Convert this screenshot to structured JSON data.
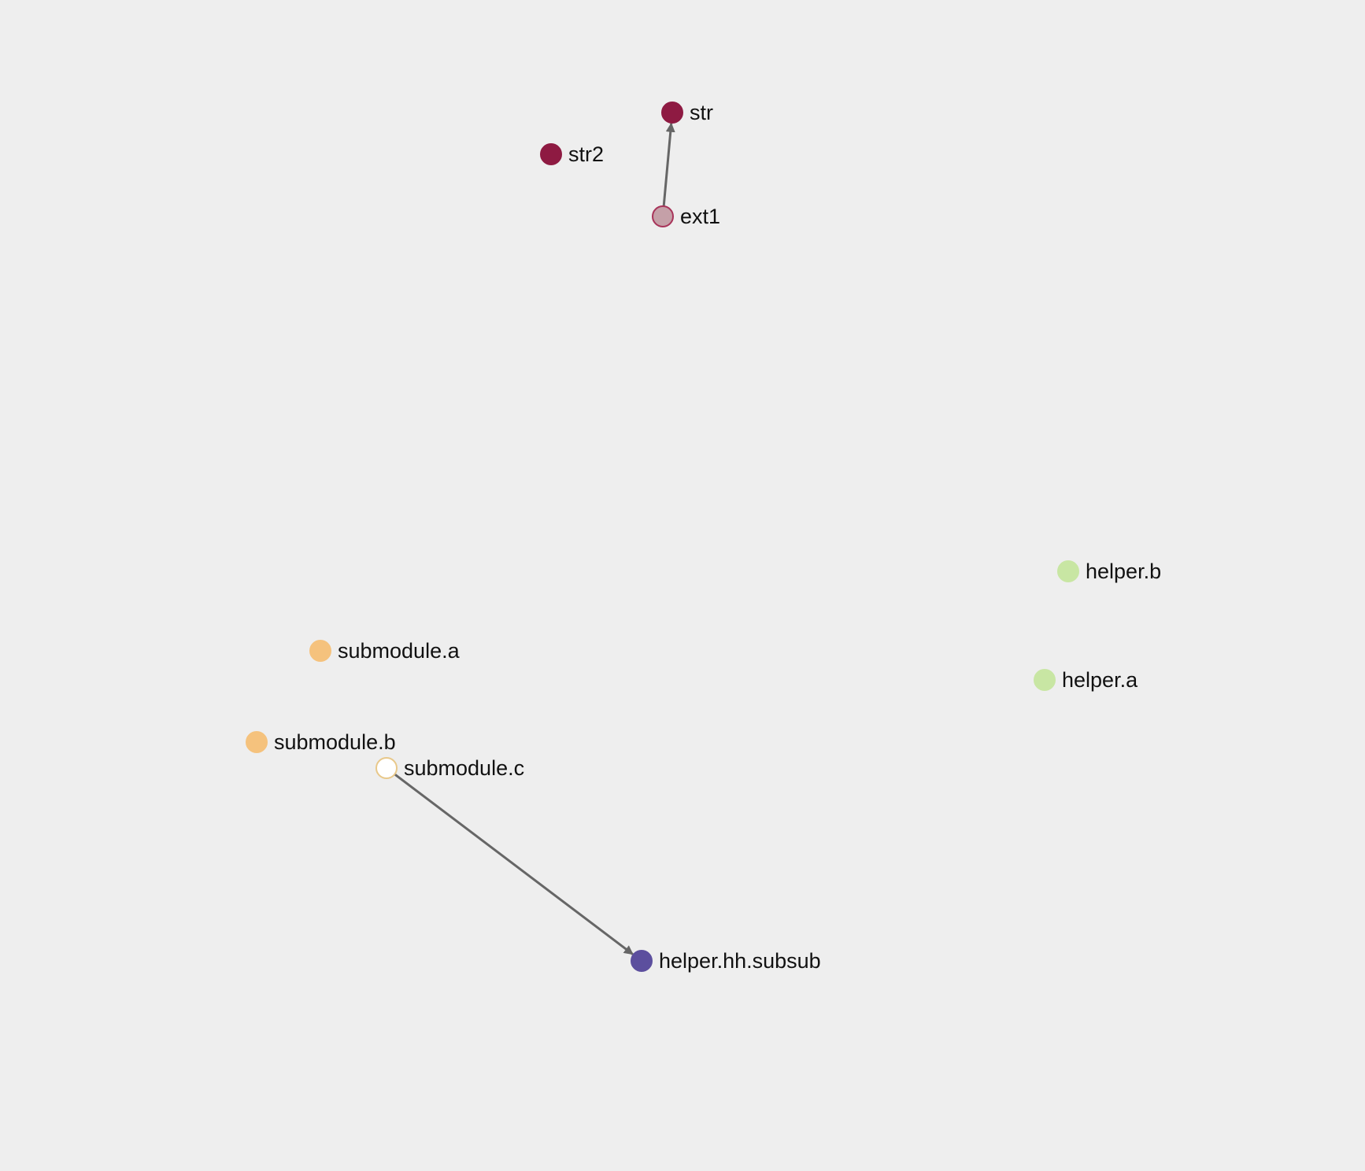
{
  "graph": {
    "nodes": [
      {
        "id": "str",
        "label": "str",
        "fill": "#8e1a42",
        "stroke": "#8e1a42",
        "icon": "node-dot-icon"
      },
      {
        "id": "str2",
        "label": "str2",
        "fill": "#8e1a42",
        "stroke": "#8e1a42",
        "icon": "node-dot-icon"
      },
      {
        "id": "ext1",
        "label": "ext1",
        "fill": "#c5a0a8",
        "stroke": "#a8345a",
        "icon": "node-dot-icon"
      },
      {
        "id": "helper.b",
        "label": "helper.b",
        "fill": "#c8e6a3",
        "stroke": "#c8e6a3",
        "icon": "node-dot-icon"
      },
      {
        "id": "helper.a",
        "label": "helper.a",
        "fill": "#c8e6a3",
        "stroke": "#c8e6a3",
        "icon": "node-dot-icon"
      },
      {
        "id": "submodule.a",
        "label": "submodule.a",
        "fill": "#f5c27d",
        "stroke": "#f5c27d",
        "icon": "node-dot-icon"
      },
      {
        "id": "submodule.b",
        "label": "submodule.b",
        "fill": "#f5c27d",
        "stroke": "#f5c27d",
        "icon": "node-dot-icon"
      },
      {
        "id": "submodule.c",
        "label": "submodule.c",
        "fill": "#ffffff",
        "stroke": "#e8c88a",
        "icon": "node-dot-icon"
      },
      {
        "id": "helper.hh.subsub",
        "label": "helper.hh.subsub",
        "fill": "#5c4f9e",
        "stroke": "#5c4f9e",
        "icon": "node-dot-icon"
      }
    ],
    "edges": [
      {
        "from": "ext1",
        "to": "str"
      },
      {
        "from": "submodule.c",
        "to": "helper.hh.subsub"
      }
    ],
    "colors": {
      "background": "#eeeeee",
      "edge": "#666666",
      "label": "#111111"
    }
  }
}
